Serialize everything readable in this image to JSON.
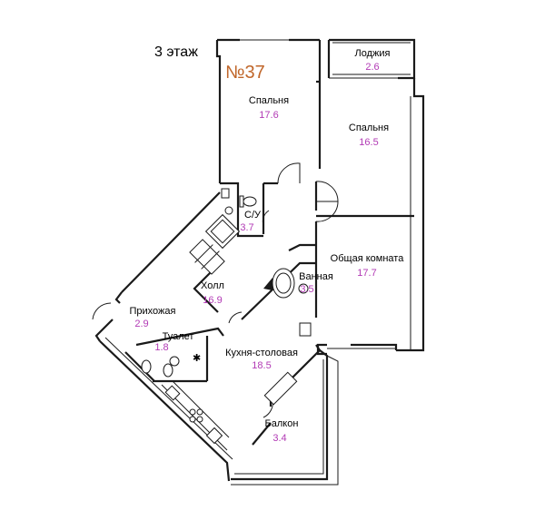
{
  "floor_label": "3 этаж",
  "apartment_number": "№37",
  "colors": {
    "wall": "#1a1a1a",
    "area_text": "#b23ab5",
    "apartment_number": "#c0662a"
  },
  "rooms": [
    {
      "key": "bedroom-1",
      "name": "Спальня",
      "area": "17.6"
    },
    {
      "key": "bedroom-2",
      "name": "Спальня",
      "area": "16.5"
    },
    {
      "key": "loggia",
      "name": "Лоджия",
      "area": "2.6"
    },
    {
      "key": "bathroom-1",
      "name": "С/У",
      "area": "3.7"
    },
    {
      "key": "living-room",
      "name": "Общая комната",
      "area": "17.7"
    },
    {
      "key": "bathroom-2",
      "name": "Ванная",
      "area": "3.5"
    },
    {
      "key": "hall",
      "name": "Холл",
      "area": "16.9"
    },
    {
      "key": "entrance-hall",
      "name": "Прихожая",
      "area": "2.9"
    },
    {
      "key": "toilet",
      "name": "Туалет",
      "area": "1.8"
    },
    {
      "key": "kitchen-dining",
      "name": "Кухня-столовая",
      "area": "18.5"
    },
    {
      "key": "balcony",
      "name": "Балкон",
      "area": "3.4"
    }
  ]
}
